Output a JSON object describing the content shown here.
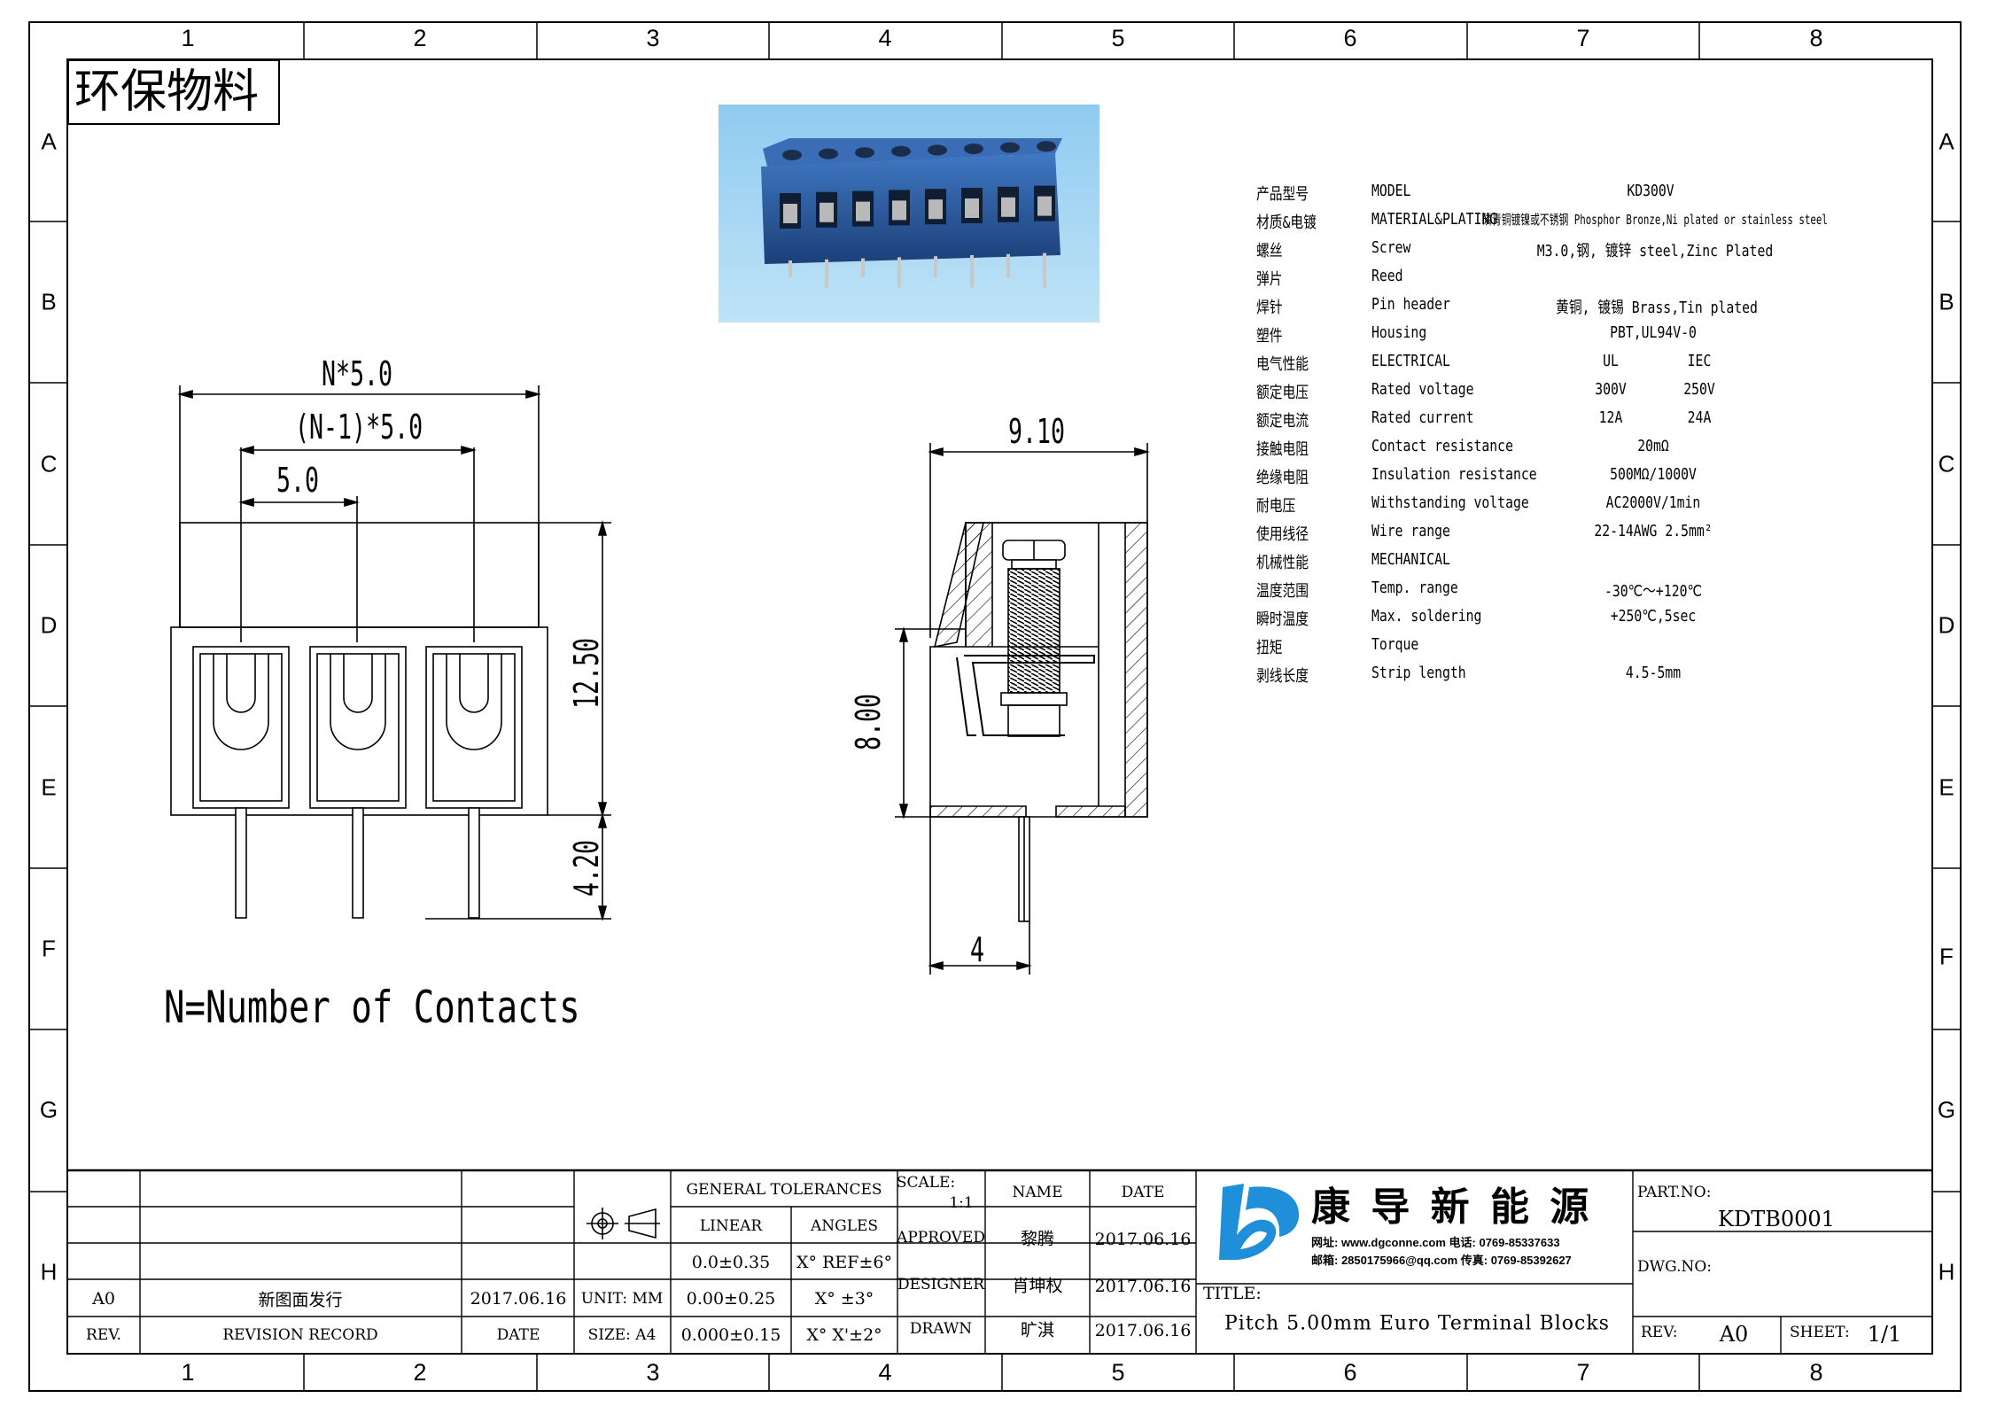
{
  "frame": {
    "columns": [
      "1",
      "2",
      "3",
      "4",
      "5",
      "6",
      "7",
      "8"
    ],
    "rows": [
      "A",
      "B",
      "C",
      "D",
      "E",
      "F",
      "G",
      "H"
    ]
  },
  "eco_label": "环保物料",
  "specs": {
    "rows": [
      {
        "cn": "产品型号",
        "en": "MODEL",
        "value": "KD300V"
      },
      {
        "cn": "材质&电镀",
        "en": "MATERIAL&PLATING",
        "value": "磷青铜镀镍或不锈钢 Phosphor Bronze,Ni plated or stainless steel"
      },
      {
        "cn": "螺丝",
        "en": "Screw",
        "value": "M3.0,钢, 镀锌 steel,Zinc Plated"
      },
      {
        "cn": "弹片",
        "en": "Reed",
        "value": ""
      },
      {
        "cn": "焊针",
        "en": "Pin header",
        "value": "黄铜, 镀锡 Brass,Tin plated"
      },
      {
        "cn": "塑件",
        "en": "Housing",
        "value": "PBT,UL94V-0"
      },
      {
        "cn": "电气性能",
        "en": "ELECTRICAL",
        "ul": "UL",
        "iec": "IEC"
      },
      {
        "cn": "额定电压",
        "en": "Rated voltage",
        "ul": "300V",
        "iec": "250V"
      },
      {
        "cn": "额定电流",
        "en": "Rated current",
        "ul": "12A",
        "iec": "24A"
      },
      {
        "cn": "接触电阻",
        "en": "Contact resistance",
        "value": "20mΩ"
      },
      {
        "cn": "绝缘电阻",
        "en": "Insulation resistance",
        "value": "500MΩ/1000V"
      },
      {
        "cn": "耐电压",
        "en": "Withstanding voltage",
        "value": "AC2000V/1min"
      },
      {
        "cn": "使用线径",
        "en": "Wire range",
        "value": "22-14AWG 2.5mm²"
      },
      {
        "cn": "机械性能",
        "en": "MECHANICAL",
        "value": ""
      },
      {
        "cn": "温度范围",
        "en": "Temp. range",
        "value": "-30℃～+120℃"
      },
      {
        "cn": "瞬时温度",
        "en": "Max. soldering",
        "value": "+250℃,5sec"
      },
      {
        "cn": "扭矩",
        "en": "Torque",
        "value": ""
      },
      {
        "cn": "剥线长度",
        "en": "Strip length",
        "value": "4.5-5mm"
      }
    ]
  },
  "front_view": {
    "dim_total": "N*5.0",
    "dim_span": "(N-1)*5.0",
    "dim_pitch": "5.0",
    "dim_height": "12.50",
    "dim_pin": "4.20",
    "note": "N=Number of Contacts"
  },
  "side_view": {
    "dim_width": "9.10",
    "dim_height": "8.00",
    "dim_pin_offset": "4"
  },
  "title_block": {
    "rev_rows": [
      {
        "rev": "A0",
        "record": "新图面发行",
        "date": "2017.06.16"
      }
    ],
    "rev_header": {
      "rev": "REV.",
      "record": "REVISION RECORD",
      "date": "DATE"
    },
    "unit": "UNIT: MM",
    "size": "SIZE: A4",
    "tolerances": {
      "title": "GENERAL TOLERANCES",
      "linear": "LINEAR",
      "angles": "ANGLES",
      "rows": [
        {
          "lin": "0.0±0.35",
          "ang": "X° REF±6°"
        },
        {
          "lin": "0.00±0.25",
          "ang": "X° ±3°"
        },
        {
          "lin": "0.000±0.15",
          "ang": "X° X'±2°"
        }
      ]
    },
    "scale_label": "SCALE:",
    "scale_value": "1:1",
    "name_header": "NAME",
    "date_header": "DATE",
    "approved": {
      "role": "APPROVED",
      "name": "黎腾",
      "date": "2017.06.16"
    },
    "designer": {
      "role": "DESIGNER",
      "name": "肖坤权",
      "date": "2017.06.16"
    },
    "drawn": {
      "role": "DRAWN",
      "name": "旷淇",
      "date": "2017.06.16"
    },
    "company_name": "康 导 新 能 源",
    "company_line1": "网址: www.dgconne.com   电话: 0769-85337633",
    "company_line2": "邮箱: 2850175966@qq.com  传真: 0769-85392627",
    "title_label": "TITLE:",
    "title_value": "Pitch 5.00mm Euro Terminal Blocks",
    "part_no_label": "PART.NO:",
    "part_no": "KDTB0001",
    "dwg_no_label": "DWG.NO:",
    "rev_label": "REV:",
    "rev_value": "A0",
    "sheet_label": "SHEET:",
    "sheet_value": "1/1"
  },
  "colors": {
    "line": "#000000",
    "photo_bg": "#8fcbf0",
    "block_blue": "#2d5fa8",
    "block_dark": "#1c3f78",
    "logo_blue": "#1e8fd8"
  }
}
